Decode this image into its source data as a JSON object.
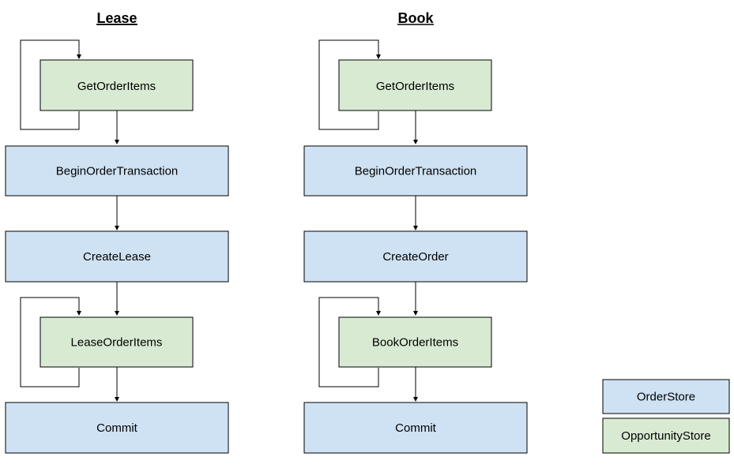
{
  "colors": {
    "order_store_fill": "#cfe2f3",
    "opportunity_store_fill": "#d9ead3",
    "stroke": "#000000",
    "text": "#000000"
  },
  "columns": [
    {
      "title": "Lease",
      "get_items_label": "GetOrderItems",
      "begin_label": "BeginOrderTransaction",
      "create_label": "CreateLease",
      "items_label": "LeaseOrderItems",
      "commit_label": "Commit"
    },
    {
      "title": "Book",
      "get_items_label": "GetOrderItems",
      "begin_label": "BeginOrderTransaction",
      "create_label": "CreateOrder",
      "items_label": "BookOrderItems",
      "commit_label": "Commit"
    }
  ],
  "legend": {
    "order_store_label": "OrderStore",
    "opportunity_store_label": "OpportunityStore"
  }
}
